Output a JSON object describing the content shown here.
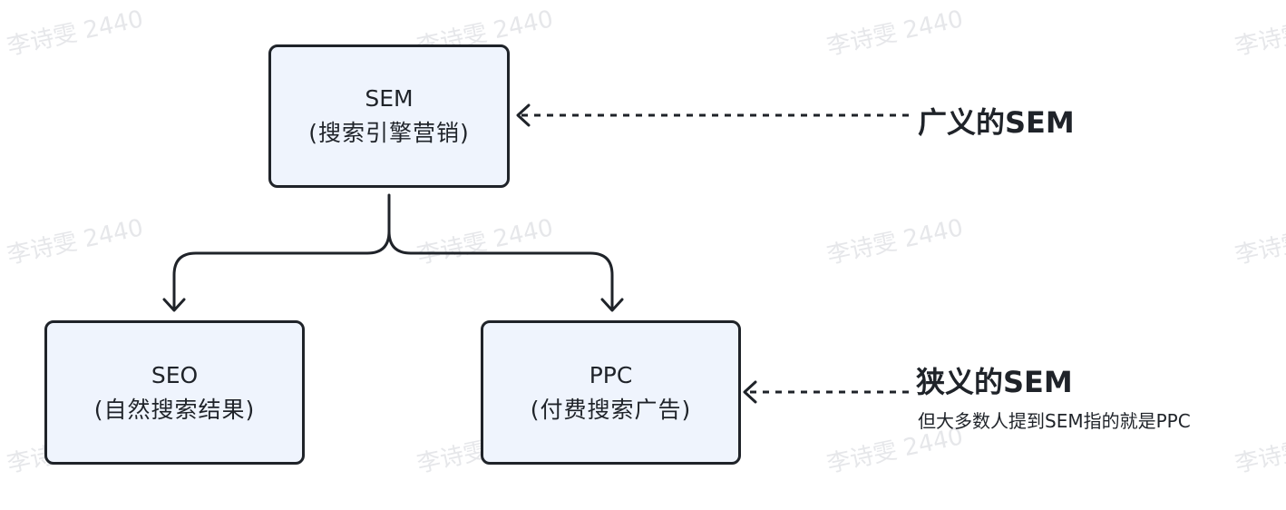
{
  "watermark": {
    "text": "李诗雯 2440"
  },
  "nodes": {
    "sem": {
      "title": "SEM",
      "subtitle": "(搜索引擎营销)"
    },
    "seo": {
      "title": "SEO",
      "subtitle": "(自然搜索结果)"
    },
    "ppc": {
      "title": "PPC",
      "subtitle": "(付费搜索广告)"
    }
  },
  "annotations": {
    "broad": {
      "title": "广义的SEM"
    },
    "narrow": {
      "title": "狭义的SEM",
      "note": "但大多数人提到SEM指的就是PPC"
    }
  },
  "colors": {
    "node_fill": "#eff4fd",
    "stroke": "#1f2329",
    "watermark": "#e6e7ea"
  }
}
